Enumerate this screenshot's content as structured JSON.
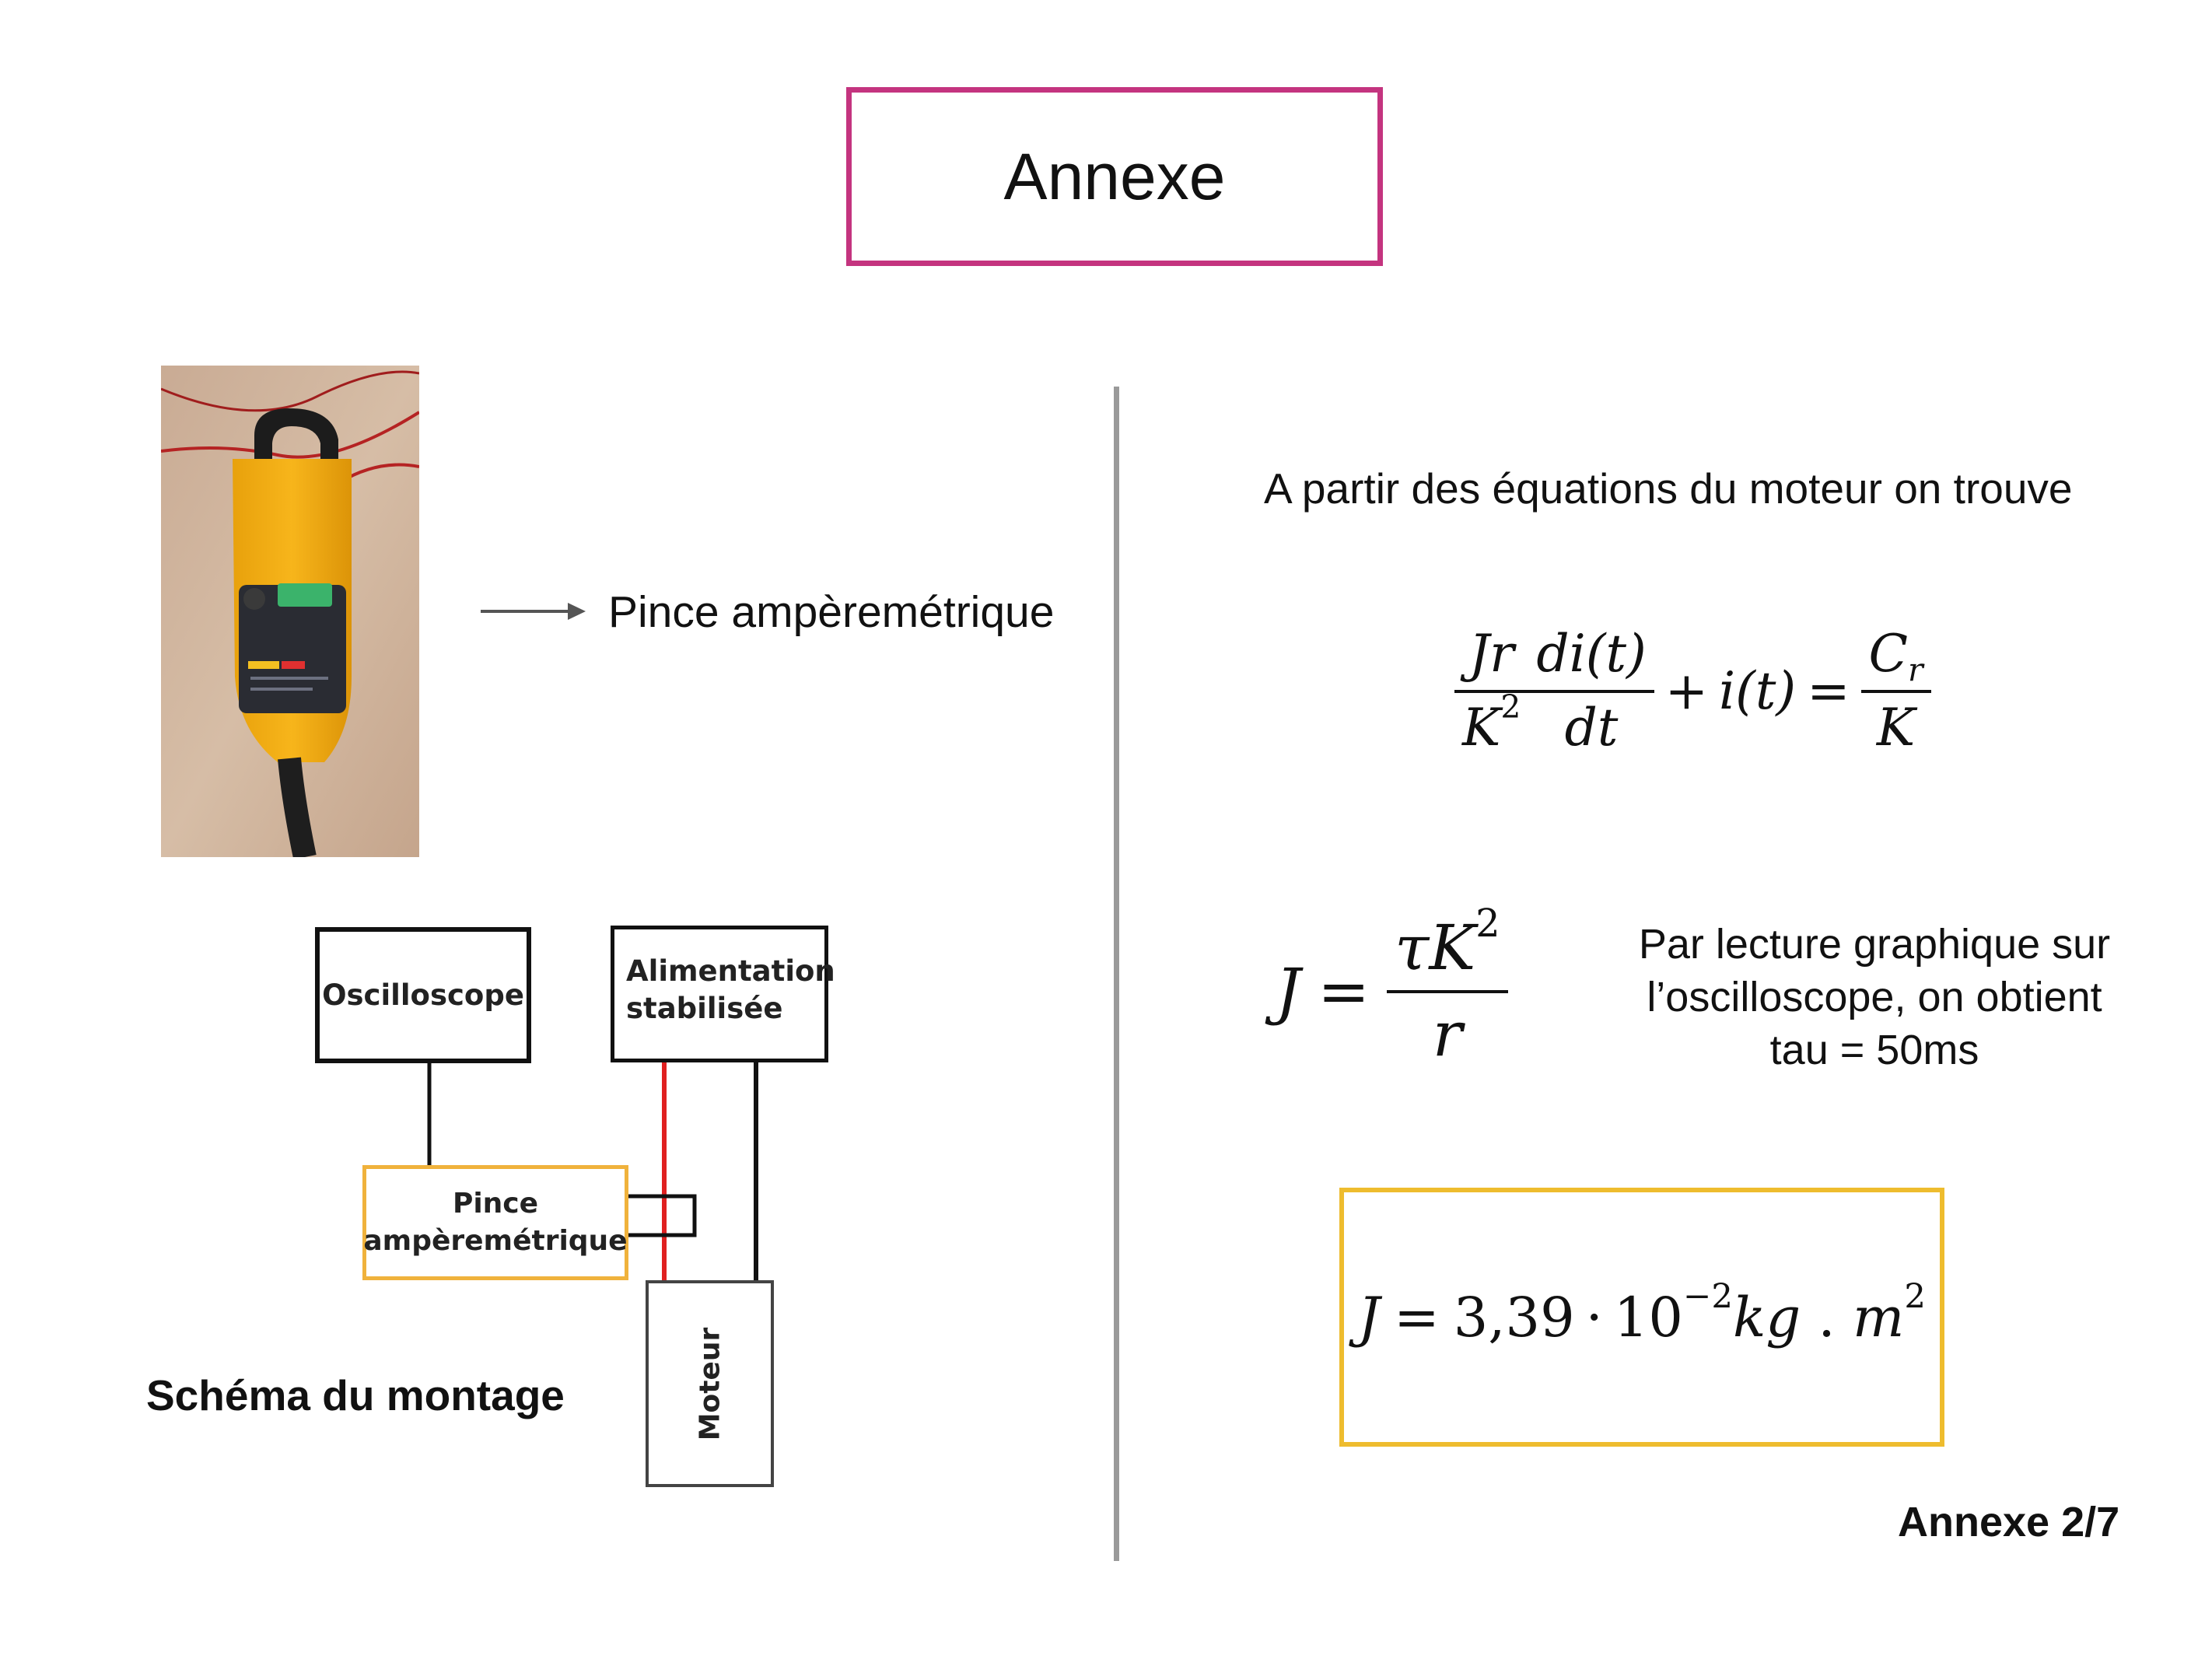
{
  "title": "Annexe",
  "photo": {
    "label": "Pince ampèremétrique"
  },
  "schematic": {
    "oscilloscope": "Oscilloscope",
    "alimentation_line1": "Alimentation",
    "alimentation_line2": "stabilisée",
    "pince_line1": "Pince",
    "pince_line2": "ampèremétrique",
    "moteur": "Moteur",
    "caption": "Schéma du montage"
  },
  "right": {
    "intro": "A partir des équations du moteur on trouve",
    "eq1": {
      "frac1_num": "Jr",
      "frac1_den": "K",
      "frac1_den_exp": "2",
      "frac2_num": "di(t)",
      "frac2_den": "dt",
      "plus": "+",
      "term": "i(t)",
      "equals": "=",
      "frac3_num": "C",
      "frac3_num_sub": "r",
      "frac3_den": "K"
    },
    "eq2": {
      "lhs": "J",
      "equals": "=",
      "num": "τK",
      "num_exp": "2",
      "den": "r"
    },
    "reading": {
      "line1": "Par lecture graphique sur",
      "line2": "l’oscilloscope, on obtient",
      "line3": "tau = 50ms"
    },
    "result": {
      "lhs": "J",
      "equals": "=",
      "value": "3,39",
      "dot": "·",
      "base": "10",
      "exp": "−2",
      "unit1": "kg",
      "sep": " . ",
      "unit2": "m",
      "unit2_exp": "2"
    }
  },
  "page_number": "Annexe 2/7",
  "colors": {
    "title_border": "#c4347f",
    "result_border": "#eebc2e",
    "pince_border": "#f0b23c",
    "wire_red": "#e02020",
    "divider": "#9a9a9a"
  }
}
